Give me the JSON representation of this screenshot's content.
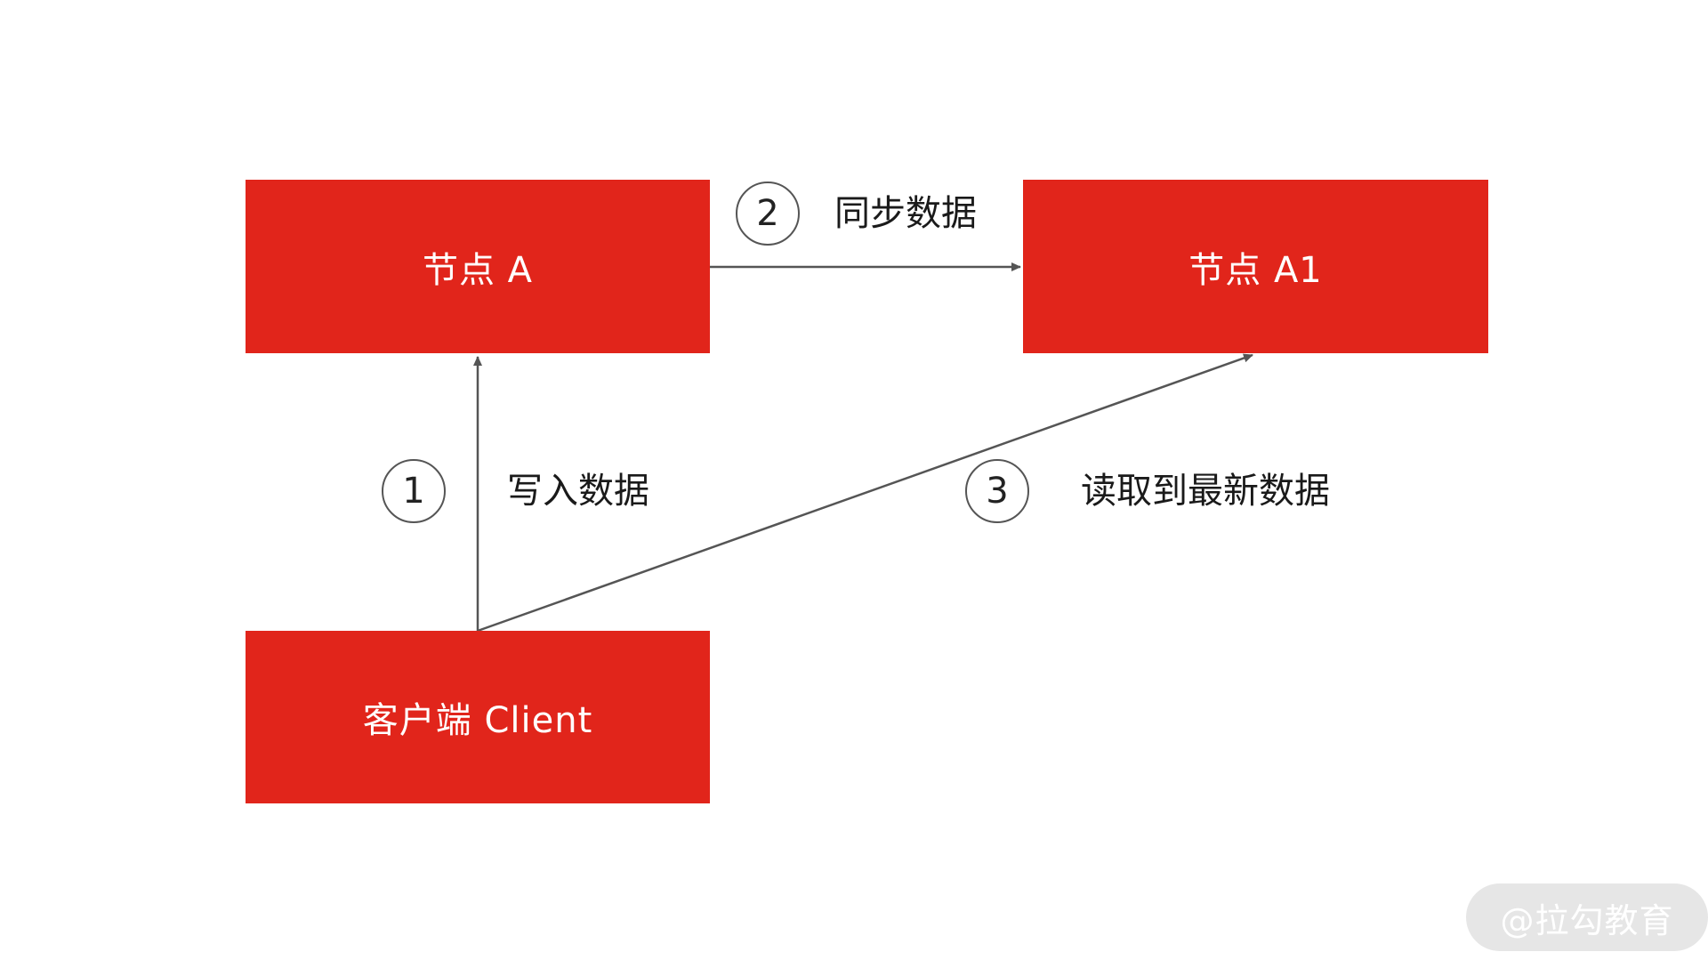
{
  "nodes": {
    "node_a": "节点 A",
    "node_a1": "节点 A1",
    "client": "客户端 Client"
  },
  "steps": [
    {
      "number": "1",
      "label": "写入数据"
    },
    {
      "number": "2",
      "label": "同步数据"
    },
    {
      "number": "3",
      "label": "读取到最新数据"
    }
  ],
  "watermark": "@拉勾教育",
  "colors": {
    "node_fill": "#e1251b",
    "node_text": "#ffffff",
    "connector": "#555555"
  }
}
